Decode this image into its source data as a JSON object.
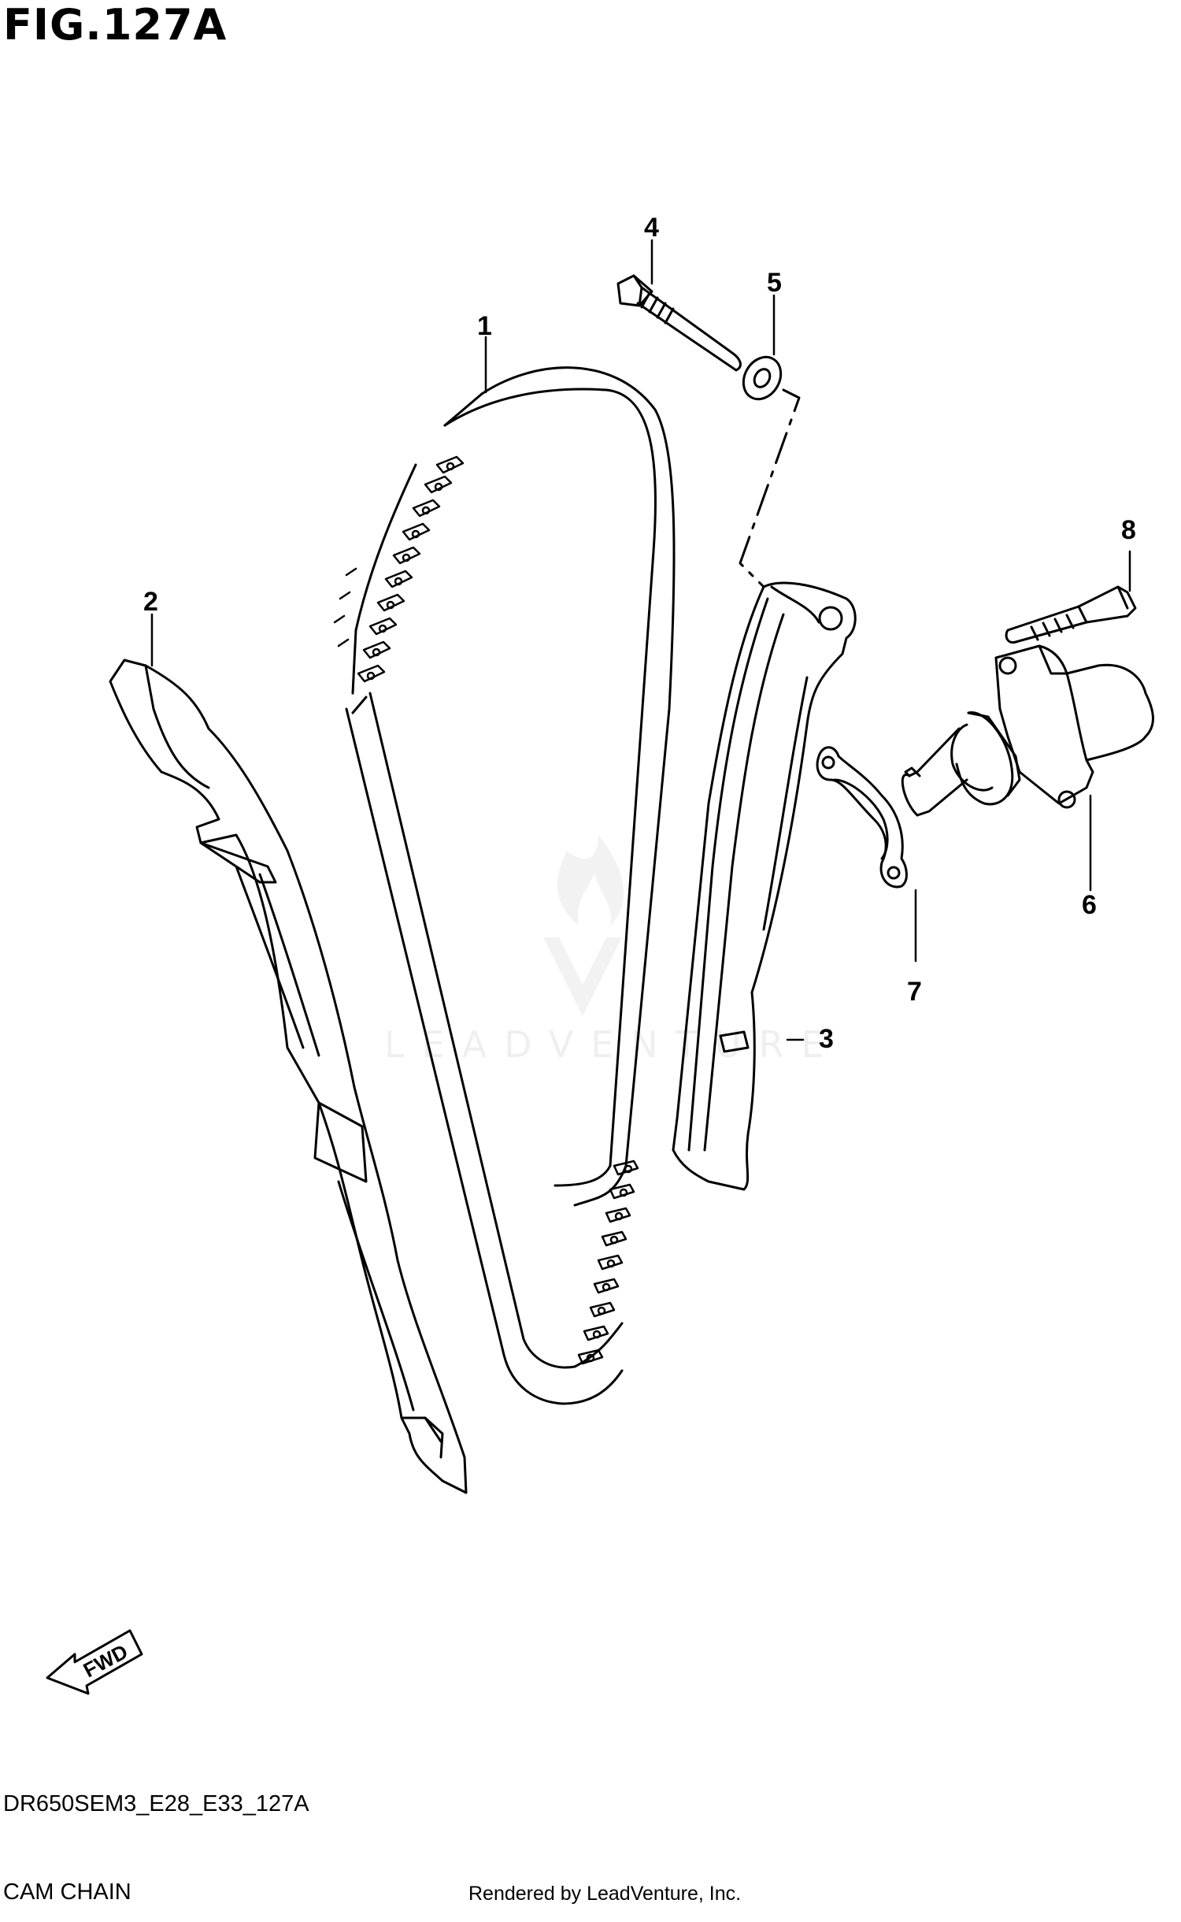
{
  "figure": {
    "title": "FIG.127A",
    "code": "DR650SEM3_E28_E33_127A",
    "caption": "CAM CHAIN",
    "credit": "Rendered by LeadVenture, Inc.",
    "watermark": "LEADVENTURE"
  },
  "callouts": [
    "1",
    "2",
    "3",
    "4",
    "5",
    "6",
    "7",
    "8"
  ],
  "fwd_label": "FWD"
}
